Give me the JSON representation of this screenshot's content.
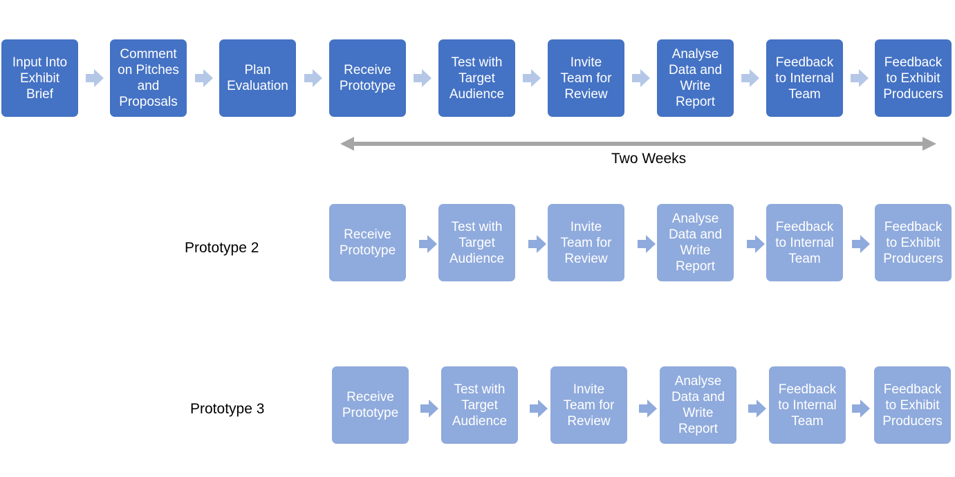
{
  "colors": {
    "dark_box": "#4472c4",
    "light_box": "#8faadc",
    "arrow_top": "#b4c7e7",
    "arrow_lower": "#8faadc",
    "timeline": "#a6a6a6"
  },
  "row1": {
    "steps": [
      "Input Into\nExhibit\nBrief",
      "Comment\non Pitches\nand\nProposals",
      "Plan\nEvaluation",
      "Receive\nPrototype",
      "Test with\nTarget\nAudience",
      "Invite\nTeam for\nReview",
      "Analyse\nData and\nWrite\nReport",
      "Feedback\nto Internal\nTeam",
      "Feedback\nto Exhibit\nProducers"
    ]
  },
  "timeline": {
    "label": "Two Weeks"
  },
  "row2": {
    "label": "Prototype 2",
    "steps": [
      "Receive\nPrototype",
      "Test with\nTarget\nAudience",
      "Invite\nTeam for\nReview",
      "Analyse\nData and\nWrite\nReport",
      "Feedback\nto Internal\nTeam",
      "Feedback\nto Exhibit\nProducers"
    ]
  },
  "row3": {
    "label": "Prototype 3",
    "steps": [
      "Receive\nPrototype",
      "Test with\nTarget\nAudience",
      "Invite\nTeam for\nReview",
      "Analyse\nData and\nWrite\nReport",
      "Feedback\nto Internal\nTeam",
      "Feedback\nto Exhibit\nProducers"
    ]
  }
}
